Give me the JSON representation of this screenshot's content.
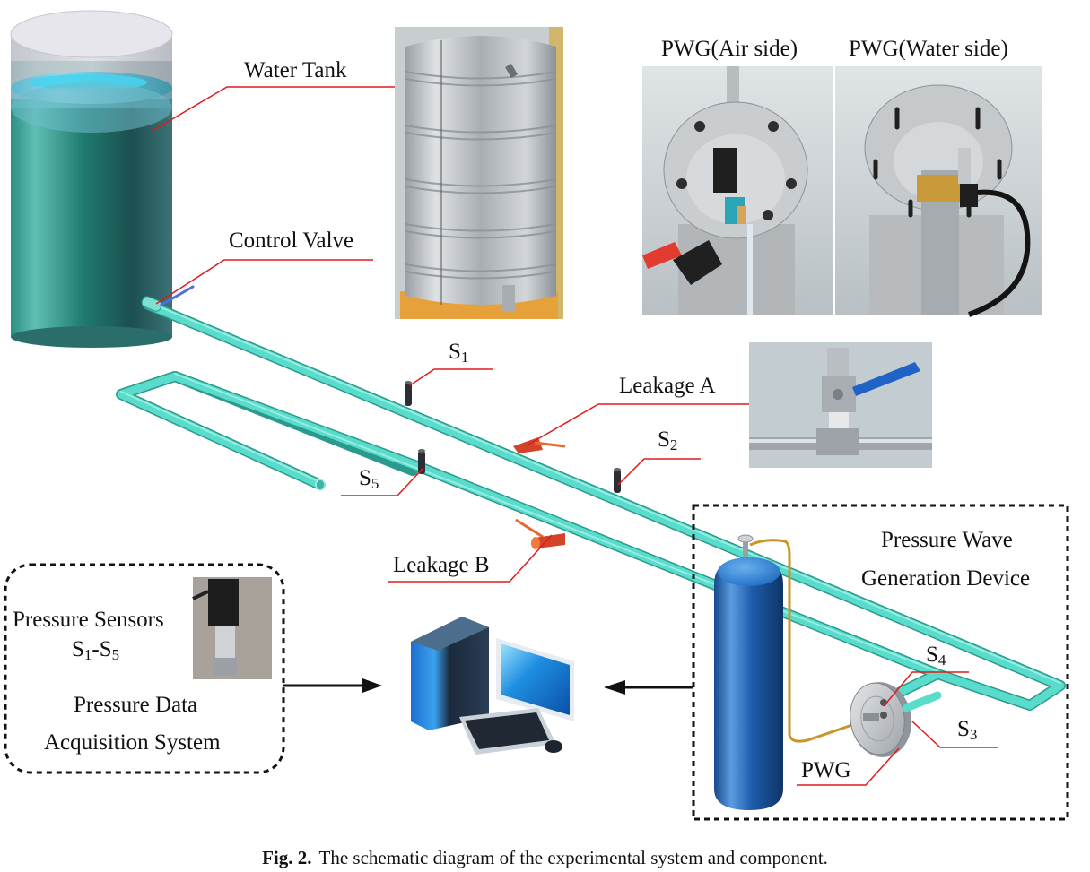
{
  "figure": {
    "caption_prefix": "Fig. 2.",
    "caption_text": "The schematic diagram of the experimental system and component."
  },
  "labels": {
    "water_tank": "Water Tank",
    "control_valve": "Control Valve",
    "pwg_air_side": "PWG(Air side)",
    "pwg_water_side": "PWG(Water side)",
    "leakage_a": "Leakage A",
    "leakage_b": "Leakage B",
    "pressure_wave_line1": "Pressure Wave",
    "pressure_wave_line2": "Generation Device",
    "pwg": "PWG",
    "sensors_title": "Pressure Sensors",
    "sensors_range_a": "S",
    "sensors_range_a_sub": "1",
    "sensors_range_dash": "-S",
    "sensors_range_b_sub": "5",
    "daq_line1": "Pressure Data",
    "daq_line2": "Acquisition System"
  },
  "sensors": [
    {
      "id": "S1",
      "letter": "S",
      "sub": "1"
    },
    {
      "id": "S2",
      "letter": "S",
      "sub": "2"
    },
    {
      "id": "S3",
      "letter": "S",
      "sub": "3"
    },
    {
      "id": "S4",
      "letter": "S",
      "sub": "4"
    },
    {
      "id": "S5",
      "letter": "S",
      "sub": "5"
    }
  ],
  "colors": {
    "pipe": "#4fd1c1",
    "pipe_dark": "#2aa396",
    "tank_body": "#2b8a7e",
    "leader_line": "#e01b1b",
    "leak_valve": "#e0582a",
    "gas_cylinder": "#1f5fae",
    "dashed_box": "#111111"
  }
}
